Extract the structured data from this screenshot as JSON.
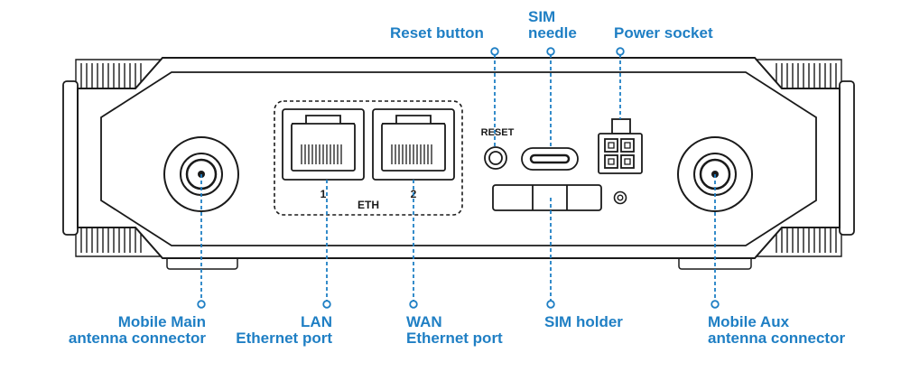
{
  "colors": {
    "callout": "#1f7fc4",
    "device_outline": "#1a1a1a"
  },
  "device": {
    "reset_label": "RESET",
    "eth_label": "ETH",
    "port_1_number": "1",
    "port_2_number": "2"
  },
  "callouts": {
    "reset_button": "Reset button",
    "sim_needle_line1": "SIM",
    "sim_needle_line2": "needle",
    "power_socket": "Power socket",
    "mobile_main_line1": "Mobile Main",
    "mobile_main_line2": "antenna connector",
    "lan_line1": "LAN",
    "lan_line2": "Ethernet port",
    "wan_line1": "WAN",
    "wan_line2": "Ethernet port",
    "sim_holder": "SIM holder",
    "mobile_aux_line1": "Mobile Aux",
    "mobile_aux_line2": "antenna connector"
  }
}
